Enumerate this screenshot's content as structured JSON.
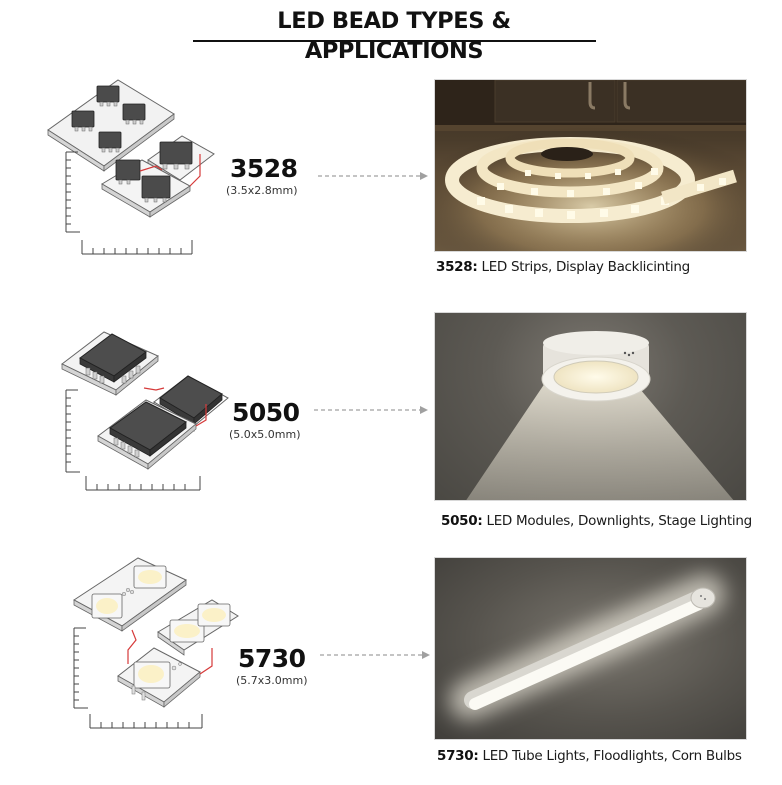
{
  "title": "LED BEAD TYPES & APPLICATIONS",
  "colors": {
    "chip_body": "#4a4a4a",
    "pcb": "#ececec",
    "wire": "#d63a3a",
    "arrow": "#a0a0a0",
    "led_warm": "#fbf1c8"
  },
  "beads": [
    {
      "code": "3528",
      "dimensions": "(3.5x2.8mm)",
      "caption_code": "3528:",
      "caption_text": " LED Strips, Display Backlicinting",
      "photo_subject": "coiled LED strip glowing warm white under kitchen cabinets",
      "diagram_icon": "3528-smd-chip-diagram"
    },
    {
      "code": "5050",
      "dimensions": "(5.0x5.0mm)",
      "caption_code": "5050:",
      "caption_text": " LED Modules, Downlights, Stage Lighting",
      "photo_subject": "round ceiling downlight casting cone of light",
      "diagram_icon": "5050-smd-chip-diagram"
    },
    {
      "code": "5730",
      "dimensions": "(5.7x3.0mm)",
      "caption_code": "5730:",
      "caption_text": " LED Tube Lights, Floodlights, Corn Bulbs",
      "photo_subject": "linear LED tube light fixture on ceiling",
      "diagram_icon": "5730-smd-chip-diagram"
    }
  ]
}
